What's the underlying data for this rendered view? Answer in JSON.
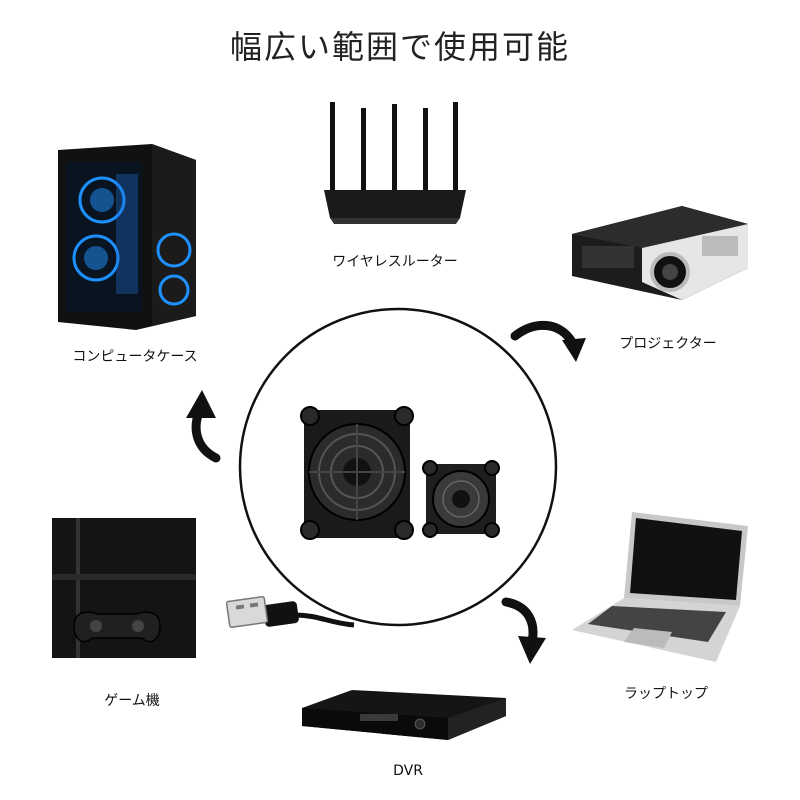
{
  "title": "幅広い範囲で使用可能",
  "devices": {
    "router": "ワイヤレスルーター",
    "projector": "プロジェクター",
    "pc_case": "コンピュータケース",
    "game_console": "ゲーム機",
    "laptop": "ラップトップ",
    "dvr": "DVR"
  }
}
